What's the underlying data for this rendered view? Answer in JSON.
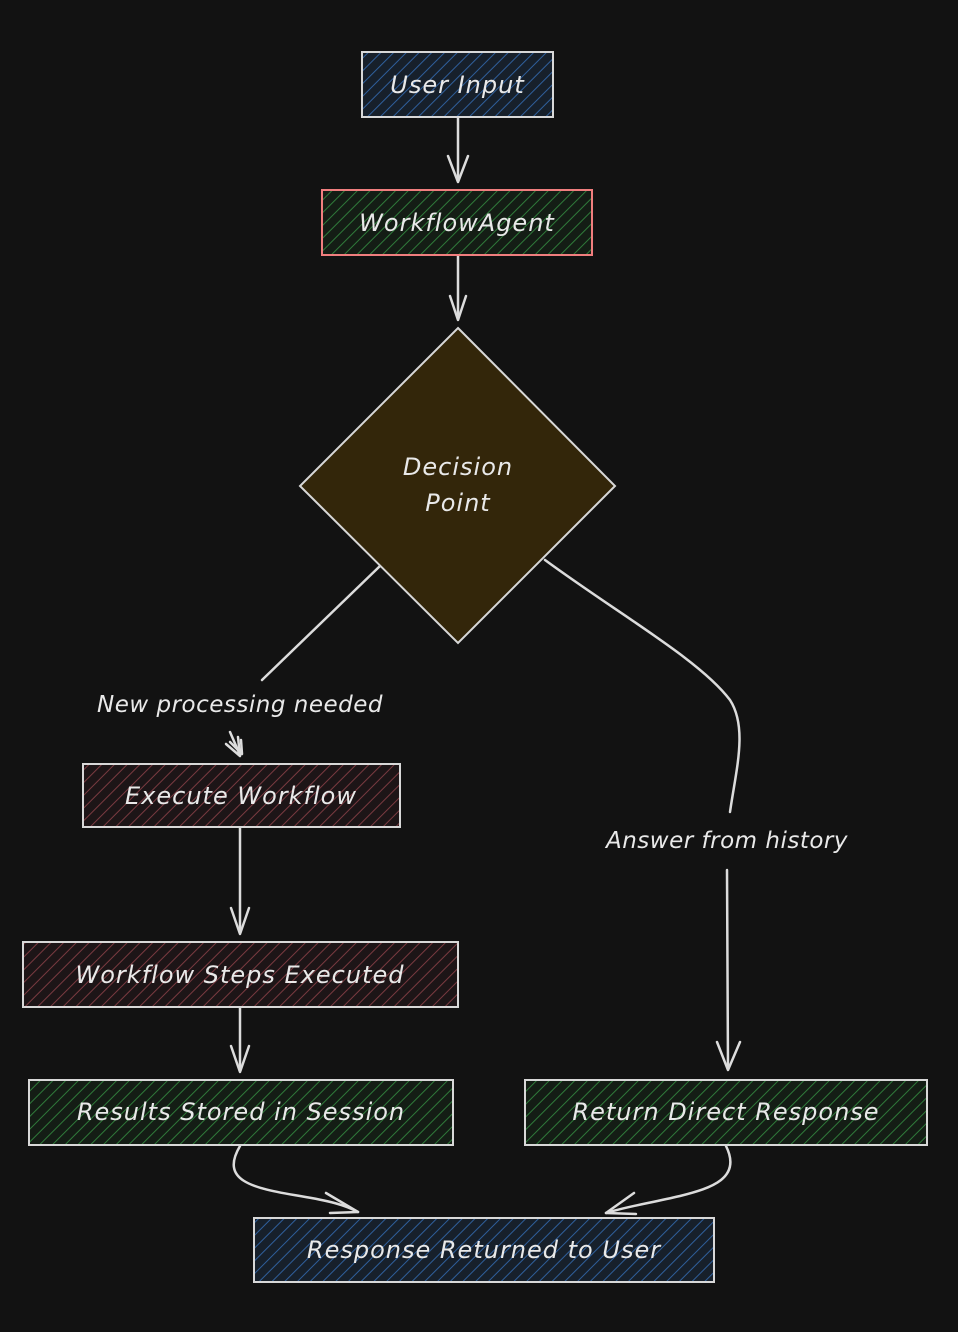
{
  "colors": {
    "background": "#121212",
    "line": "#dcdcdc",
    "text": "#e9e9e9",
    "blue_hatch": "#2f5f9b",
    "blue_fill": "#17202b",
    "green_hatch": "#2f7a3a",
    "green_fill": "#141d15",
    "red_hatch": "#7a3a40",
    "red_fill": "#1d1517",
    "decision_fill": "#33260a",
    "workflow_agent_border": "#f07e7e",
    "default_border": "#d8d8d8"
  },
  "nodes": {
    "user_input": "User Input",
    "workflow_agent": "WorkflowAgent",
    "decision_point_line1": "Decision",
    "decision_point_line2": "Point",
    "execute_workflow": "Execute Workflow",
    "workflow_steps_executed": "Workflow Steps Executed",
    "results_stored": "Results Stored in Session",
    "return_direct": "Return Direct Response",
    "response_returned": "Response Returned to User"
  },
  "edge_labels": {
    "new_processing": "New processing needed",
    "answer_from_history": "Answer from history"
  }
}
